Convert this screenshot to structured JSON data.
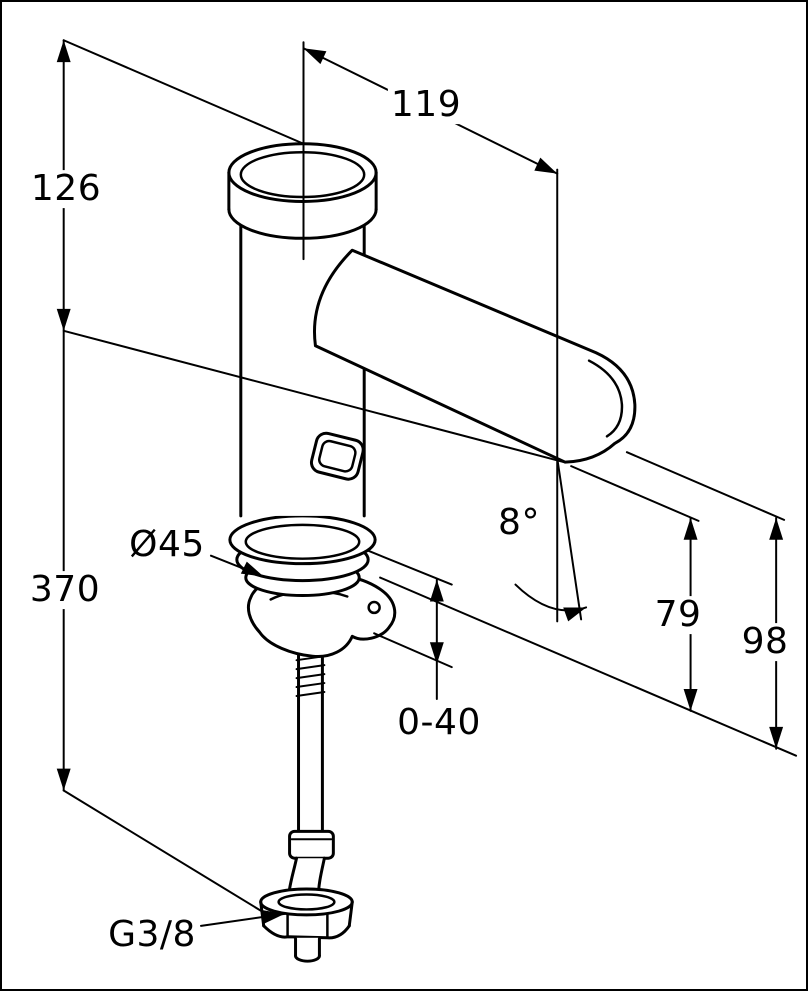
{
  "canvas": {
    "width": "808",
    "height": "991",
    "background": "#ffffff",
    "line_color": "#000000"
  },
  "drawing": {
    "type": "technical-dimension-drawing",
    "subject": "sensor basin faucet, side elevation with installation dimensions",
    "labels": {
      "height_upper": "126",
      "height_lower": "370",
      "spout_reach": "119",
      "base_diameter": "Ø45",
      "spout_angle": "8°",
      "outlet_height": "79",
      "spout_tip_height": "98",
      "mounting_thickness_range": "0-40",
      "connection_thread": "G3/8"
    }
  }
}
